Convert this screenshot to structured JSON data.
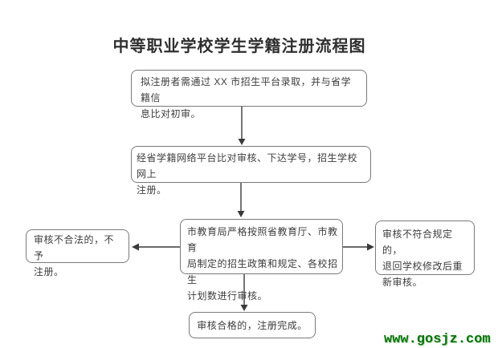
{
  "title": "中等职业学校学生学籍注册流程图",
  "flowchart": {
    "boxes": [
      {
        "id": "initial-review",
        "text": "拟注册者需通过 XX 市招生平台录取，并与省学籍信\n息比对初审。"
      },
      {
        "id": "province-platform",
        "text": "经省学籍网络平台比对审核、下达学号，招生学校网上\n注册。"
      },
      {
        "id": "city-bureau-review",
        "text": "市教育局严格按照省教育厅、市教育\n局制定的招生政策和规定、各校招生\n计划数进行审核。"
      },
      {
        "id": "not-registered",
        "text": "审核不合法的，不予\n注册。"
      },
      {
        "id": "return-revise",
        "text": "审核不符合规定的，\n退回学校修改后重\n新审核。"
      },
      {
        "id": "complete",
        "text": "审核合格的，注册完成。"
      }
    ],
    "edges": [
      {
        "from": "initial-review",
        "to": "province-platform"
      },
      {
        "from": "province-platform",
        "to": "city-bureau-review"
      },
      {
        "from": "city-bureau-review",
        "to": "not-registered"
      },
      {
        "from": "city-bureau-review",
        "to": "return-revise"
      },
      {
        "from": "city-bureau-review",
        "to": "complete"
      }
    ]
  },
  "watermark": {
    "text": "www.gosjz.com",
    "color": "#067306"
  },
  "colors": {
    "background": "#ffffff",
    "box_border": "#7a7a7a",
    "arrow": "#3a3a3a",
    "text": "#3c3c3c"
  }
}
